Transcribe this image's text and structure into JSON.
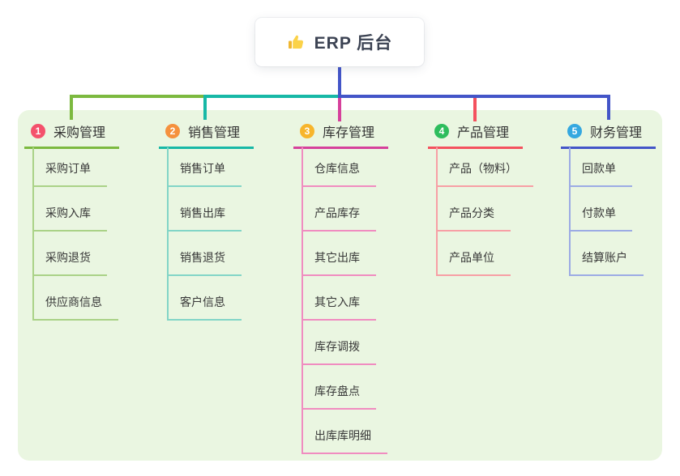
{
  "root": {
    "title": "ERP 后台",
    "icon": "thumbs-up"
  },
  "colors": {
    "panel_background": "#eaf6e1",
    "root_connector": "#4355c8",
    "branch_lines": [
      "#7cb93f",
      "#17b8a6",
      "#d6409b",
      "#f4515e",
      "#4355c8"
    ],
    "branch_light_lines": [
      "#aad287",
      "#82d5c7",
      "#f08cc0",
      "#f79fa5",
      "#9cabe4"
    ],
    "badge_colors": [
      "#f4516c",
      "#f5913e",
      "#f7b52c",
      "#2ebd5d",
      "#35a8e0"
    ]
  },
  "branches": [
    {
      "badge": "1",
      "title": "采购管理",
      "items": [
        "采购订单",
        "采购入库",
        "采购退货",
        "供应商信息"
      ]
    },
    {
      "badge": "2",
      "title": "销售管理",
      "items": [
        "销售订单",
        "销售出库",
        "销售退货",
        "客户信息"
      ]
    },
    {
      "badge": "3",
      "title": "库存管理",
      "items": [
        "仓库信息",
        "产品库存",
        "其它出库",
        "其它入库",
        "库存调拨",
        "库存盘点",
        "出库库明细"
      ]
    },
    {
      "badge": "4",
      "title": "产品管理",
      "items": [
        "产品（物料）",
        "产品分类",
        "产品单位"
      ]
    },
    {
      "badge": "5",
      "title": "财务管理",
      "items": [
        "回款单",
        "付款单",
        "结算账户"
      ]
    }
  ]
}
